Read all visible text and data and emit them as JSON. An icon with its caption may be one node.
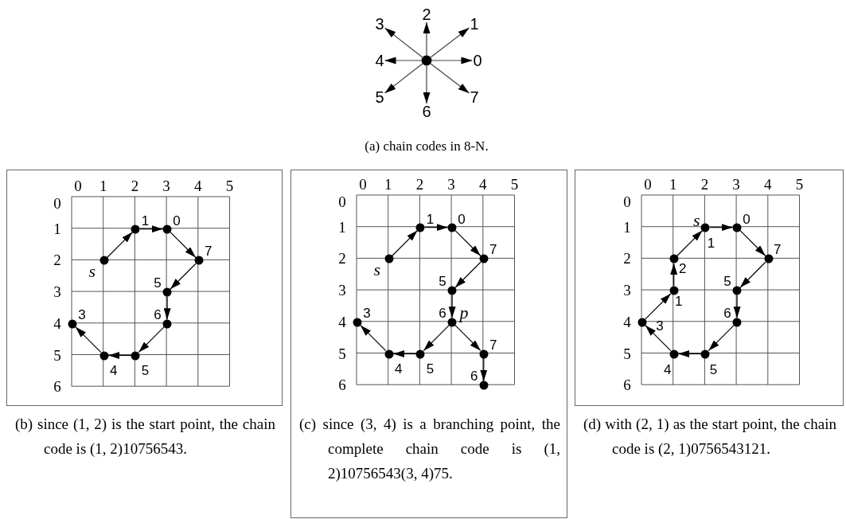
{
  "diagram": {
    "nodes": [
      {
        "text": [
          "3"
        ]
      },
      {
        "text": [
          "2"
        ]
      },
      {
        "text": [
          "1"
        ]
      },
      {
        "text": [
          "4"
        ]
      },
      {
        "text": [],
        "shape": "circle"
      },
      {
        "text": [
          "0"
        ]
      },
      {
        "text": [
          "5"
        ]
      },
      {
        "text": [
          "6"
        ]
      },
      {
        "text": [
          "7"
        ]
      },
      {
        "text": [
          "(b) since (1, 2) is the start point, the chain code is (1, 2)10756543."
        ]
      },
      {
        "text": [],
        "shape": "circle",
        "in": 9,
        "beside": [
          "1"
        ]
      },
      {
        "text": [],
        "shape": "circle",
        "in": 9,
        "beside": [
          "0"
        ]
      },
      {
        "text": [],
        "shape": "circle",
        "in": 9,
        "beside": [
          "s"
        ]
      },
      {
        "text": [],
        "shape": "circle",
        "in": 9,
        "beside": [
          "7"
        ]
      },
      {
        "text": [],
        "shape": "circle",
        "in": 9,
        "beside": [
          "5"
        ]
      },
      {
        "text": [],
        "shape": "circle",
        "in": 9,
        "beside": [
          "3"
        ]
      },
      {
        "text": [],
        "shape": "circle",
        "in": 9,
        "beside": [
          "6"
        ]
      },
      {
        "text": [],
        "shape": "circle",
        "in": 9,
        "beside": [
          "4"
        ]
      },
      {
        "text": [],
        "shape": "circle",
        "in": 9,
        "beside": [
          "5"
        ]
      },
      {
        "text": [
          "(c) since (3, 4) is a branching point, the complete chain code is (1, 2)10756543(3, 4)75."
        ]
      },
      {
        "text": [],
        "shape": "circle",
        "in": 19,
        "beside": [
          "1"
        ]
      },
      {
        "text": [],
        "shape": "circle",
        "in": 19,
        "beside": [
          "0"
        ]
      },
      {
        "text": [],
        "shape": "circle",
        "in": 19,
        "beside": [
          "s"
        ]
      },
      {
        "text": [],
        "shape": "circle",
        "in": 19,
        "beside": [
          "7"
        ]
      },
      {
        "text": [],
        "shape": "circle",
        "in": 19,
        "beside": [
          "5"
        ]
      },
      {
        "text": [],
        "shape": "circle",
        "in": 19,
        "beside": [
          "3"
        ]
      },
      {
        "text": [],
        "shape": "circle",
        "in": 19,
        "beside": [
          "6",
          "p"
        ]
      },
      {
        "text": [],
        "shape": "circle",
        "in": 19,
        "beside": [
          "4"
        ]
      },
      {
        "text": [],
        "shape": "circle",
        "in": 19,
        "beside": [
          "5"
        ]
      },
      {
        "text": [],
        "shape": "circle",
        "in": 19,
        "beside": [
          "7"
        ]
      },
      {
        "text": [],
        "shape": "circle",
        "in": 19,
        "beside": [
          "6"
        ]
      },
      {
        "text": [
          "(d) with (2, 1) as the start point, the chain code is (2, 1)0756543121."
        ]
      },
      {
        "text": [],
        "shape": "circle",
        "in": 31,
        "beside": [
          "s",
          "1"
        ]
      },
      {
        "text": [],
        "shape": "circle",
        "in": 31,
        "beside": [
          "0"
        ]
      },
      {
        "text": [],
        "shape": "circle",
        "in": 31,
        "beside": [
          "2"
        ]
      },
      {
        "text": [],
        "shape": "circle",
        "in": 31,
        "beside": [
          "7"
        ]
      },
      {
        "text": [],
        "shape": "circle",
        "in": 31,
        "beside": [
          "1"
        ]
      },
      {
        "text": [],
        "shape": "circle",
        "in": 31,
        "beside": [
          "5"
        ]
      },
      {
        "text": [],
        "shape": "circle",
        "in": 31,
        "beside": [
          "3"
        ]
      },
      {
        "text": [],
        "shape": "circle",
        "in": 31,
        "beside": [
          "6"
        ]
      },
      {
        "text": [],
        "shape": "circle",
        "in": 31,
        "beside": [
          "4"
        ]
      },
      {
        "text": [],
        "shape": "circle",
        "in": 31,
        "beside": [
          "5"
        ]
      }
    ],
    "edges": [
      {
        "from": 4,
        "to": 5,
        "arrow": "to"
      },
      {
        "from": 4,
        "to": 2,
        "arrow": "to"
      },
      {
        "from": 4,
        "to": 1,
        "arrow": "to"
      },
      {
        "from": 4,
        "to": 0,
        "arrow": "to"
      },
      {
        "from": 4,
        "to": 3,
        "arrow": "to"
      },
      {
        "from": 4,
        "to": 6,
        "arrow": "to"
      },
      {
        "from": 4,
        "to": 7,
        "arrow": "to"
      },
      {
        "from": 4,
        "to": 8,
        "arrow": "to"
      },
      {
        "from": 12,
        "to": 10,
        "arrow": "to"
      },
      {
        "from": 10,
        "to": 11,
        "arrow": "to"
      },
      {
        "from": 11,
        "to": 13,
        "arrow": "to"
      },
      {
        "from": 13,
        "to": 14,
        "arrow": "to"
      },
      {
        "from": 14,
        "to": 16,
        "arrow": "to"
      },
      {
        "from": 16,
        "to": 18,
        "arrow": "to"
      },
      {
        "from": 18,
        "to": 17,
        "arrow": "to"
      },
      {
        "from": 17,
        "to": 15,
        "arrow": "to"
      },
      {
        "from": 22,
        "to": 20,
        "arrow": "to"
      },
      {
        "from": 20,
        "to": 21,
        "arrow": "to"
      },
      {
        "from": 21,
        "to": 23,
        "arrow": "to"
      },
      {
        "from": 23,
        "to": 24,
        "arrow": "to"
      },
      {
        "from": 24,
        "to": 26,
        "arrow": "to"
      },
      {
        "from": 26,
        "to": 28,
        "arrow": "to"
      },
      {
        "from": 28,
        "to": 27,
        "arrow": "to"
      },
      {
        "from": 27,
        "to": 25,
        "arrow": "to"
      },
      {
        "from": 26,
        "to": 29,
        "arrow": "to"
      },
      {
        "from": 29,
        "to": 30,
        "arrow": "to"
      },
      {
        "from": 32,
        "to": 33,
        "arrow": "to"
      },
      {
        "from": 33,
        "to": 35,
        "arrow": "to"
      },
      {
        "from": 35,
        "to": 37,
        "arrow": "to"
      },
      {
        "from": 37,
        "to": 39,
        "arrow": "to"
      },
      {
        "from": 39,
        "to": 41,
        "arrow": "to"
      },
      {
        "from": 41,
        "to": 40,
        "arrow": "to"
      },
      {
        "from": 40,
        "to": 38,
        "arrow": "to"
      },
      {
        "from": 38,
        "to": 36,
        "arrow": "to"
      },
      {
        "from": 36,
        "to": 34,
        "arrow": "to"
      },
      {
        "from": 34,
        "to": 32,
        "arrow": "to"
      }
    ],
    "labels": [
      "(a) chain codes in 8-N.",
      "0",
      "1",
      "2",
      "3",
      "4",
      "5",
      "0",
      "1",
      "2",
      "3",
      "4",
      "5",
      "6",
      "0",
      "1",
      "2",
      "3",
      "4",
      "5",
      "0",
      "1",
      "2",
      "3",
      "4",
      "5",
      "6",
      "0",
      "1",
      "2",
      "3",
      "4",
      "5",
      "0",
      "1",
      "2",
      "3",
      "4",
      "5",
      "6"
    ]
  }
}
